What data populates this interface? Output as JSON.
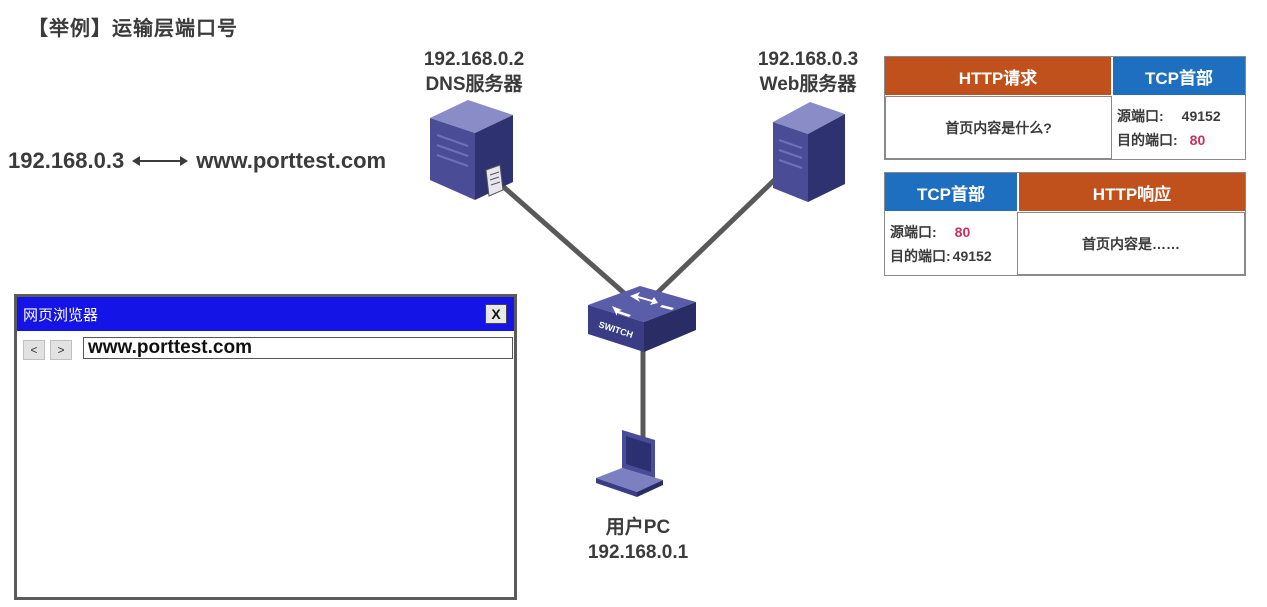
{
  "title": "【举例】运输层端口号",
  "dns_server": {
    "ip": "192.168.0.2",
    "name": "DNS服务器"
  },
  "web_server": {
    "ip": "192.168.0.3",
    "name": "Web服务器"
  },
  "user_pc": {
    "name": "用户PC",
    "ip": "192.168.0.1"
  },
  "switch_label": "SWITCH",
  "dns_mapping": {
    "ip": "192.168.0.3",
    "domain": "www.porttest.com"
  },
  "request_packet": {
    "payload_header": "HTTP请求",
    "payload": "首页内容是什么?",
    "tcp_header": "TCP首部",
    "src_label": "源端口:",
    "src_port": "49152",
    "dst_label": "目的端口:",
    "dst_port": "80"
  },
  "response_packet": {
    "tcp_header": "TCP首部",
    "src_label": "源端口:",
    "src_port": "80",
    "dst_label": "目的端口:",
    "dst_port": "49152",
    "payload_header": "HTTP响应",
    "payload": "首页内容是……"
  },
  "browser": {
    "title": "网页浏览器",
    "close": "X",
    "back": "<",
    "forward": ">",
    "address": "www.porttest.com"
  },
  "colors": {
    "http_header": "#c0501c",
    "tcp_header": "#1f6fc0",
    "port_highlight": "#c9305a",
    "browser_titlebar": "#1414e6"
  }
}
